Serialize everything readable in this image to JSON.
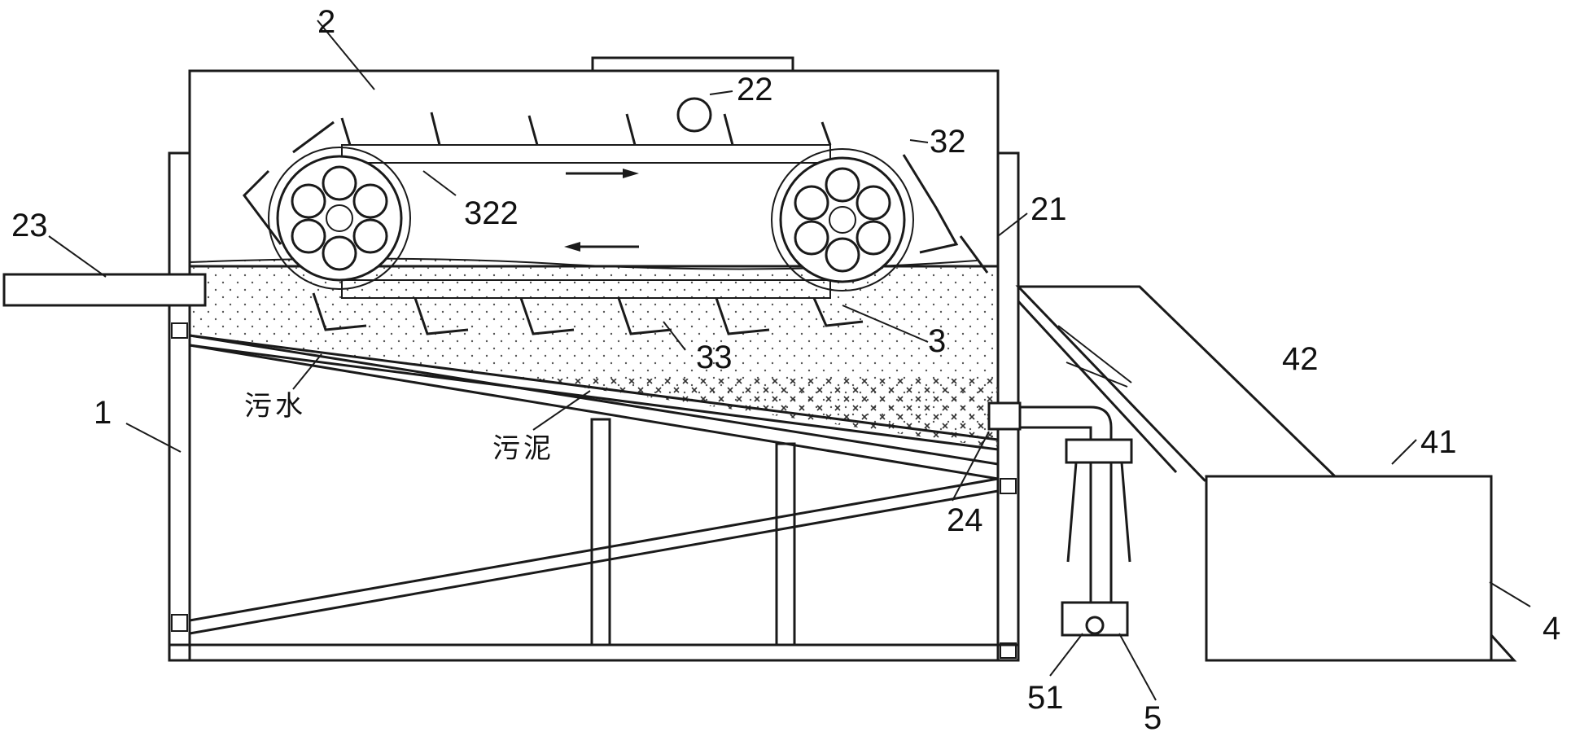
{
  "labels": {
    "l1": "1",
    "l2": "2",
    "l3": "3",
    "l4": "4",
    "l5": "5",
    "l21": "21",
    "l22": "22",
    "l23": "23",
    "l24": "24",
    "l32": "32",
    "l33": "33",
    "l41": "41",
    "l42": "42",
    "l51": "51",
    "l322": "322"
  },
  "annotations": {
    "sewage": "污水",
    "sludge": "污泥"
  },
  "colors": {
    "line": "#1a1a1a",
    "background": "#ffffff",
    "dots": "#555555"
  }
}
